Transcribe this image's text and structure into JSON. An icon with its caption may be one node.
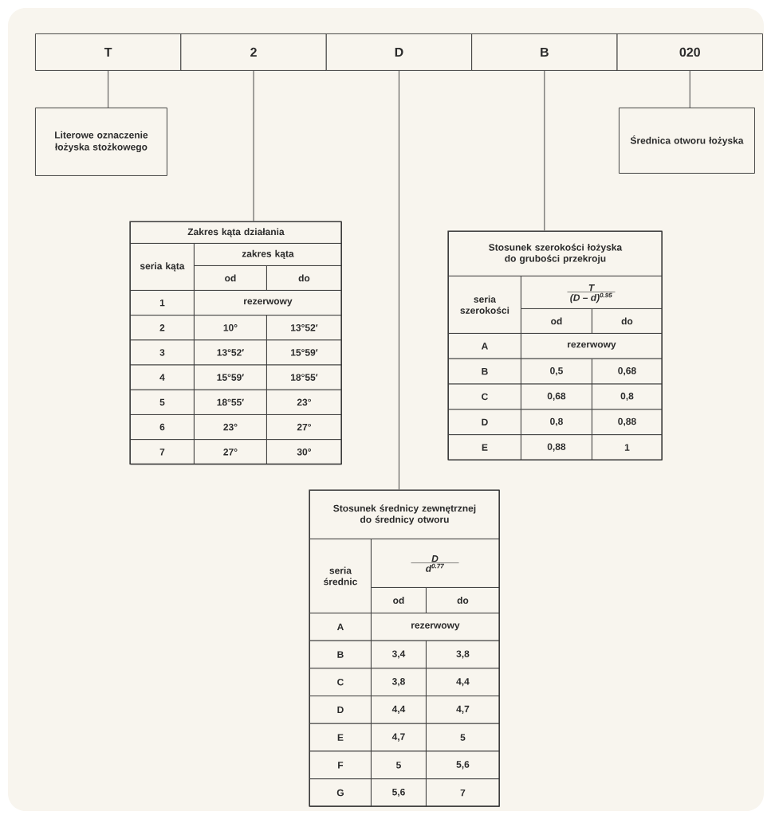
{
  "diagram": {
    "nodes": [
      {
        "text": [
          "T"
        ]
      },
      {
        "text": [
          "2"
        ]
      },
      {
        "text": [
          "D"
        ]
      },
      {
        "text": [
          "B"
        ]
      },
      {
        "text": [
          "020"
        ]
      },
      {
        "text": [
          "Literowe oznaczenie łożyska stożkowego"
        ]
      },
      {
        "text": [
          "Średnica otworu łożyska"
        ]
      },
      {
        "text": [
          "Zakres kąta działania",
          "seria kąta",
          "zakres kąta",
          "od",
          "do",
          "1",
          "rezerwowy",
          "2",
          "10°",
          "13°52′",
          "3",
          "13°52′",
          "15°59′",
          "4",
          "15°59′",
          "18°55′",
          "5",
          "18°55′",
          "23°",
          "6",
          "23°",
          "27°",
          "7",
          "27°",
          "30°"
        ]
      },
      {
        "text": [
          "Stosunek szerokości łożyska do grubości przekroju",
          "seria szerokości",
          "T",
          "(D – d)$^{0.95}$",
          "od",
          "do",
          "A",
          "rezerwowy",
          "B",
          "0,5",
          "0,68",
          "C",
          "0,68",
          "0,8",
          "D",
          "0,8",
          "0,88",
          "E",
          "0,88",
          "1"
        ]
      },
      {
        "text": [
          "Stosunek średnicy zewnętrznej do średnicy otworu",
          "seria średnic",
          "D",
          "d$^{0.77}$",
          "od",
          "do",
          "A",
          "rezerwowy",
          "B",
          "3,4",
          "3,8",
          "C",
          "3,8",
          "4,4",
          "D",
          "4,4",
          "4,7",
          "E",
          "4,7",
          "5",
          "F",
          "5",
          "5,6",
          "G",
          "5,6",
          "7"
        ]
      }
    ],
    "edges": [
      {
        "from": 0,
        "to": 5,
        "arrow": "none"
      },
      {
        "from": 1,
        "to": 7,
        "arrow": "none"
      },
      {
        "from": 2,
        "to": 9,
        "arrow": "none"
      },
      {
        "from": 3,
        "to": 8,
        "arrow": "none"
      },
      {
        "from": 4,
        "to": 6,
        "arrow": "none"
      }
    ]
  }
}
